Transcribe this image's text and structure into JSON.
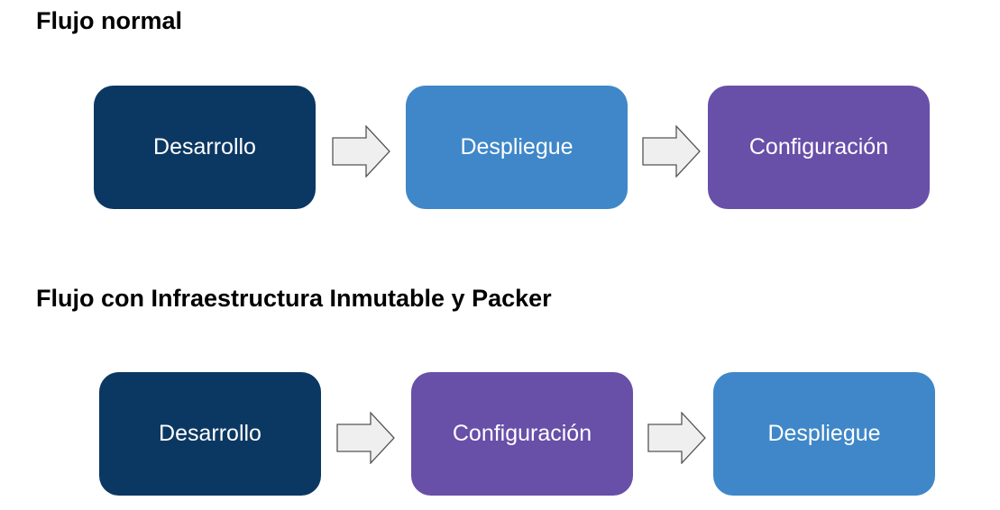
{
  "colors": {
    "desarrollo": "#0b3862",
    "despliegue": "#3f87c8",
    "configuracion": "#684fa8",
    "arrow_fill": "#efefef",
    "arrow_stroke": "#555555"
  },
  "flow_normal": {
    "title": "Flujo normal",
    "steps": [
      {
        "label": "Desarrollo",
        "color_key": "desarrollo"
      },
      {
        "label": "Despliegue",
        "color_key": "despliegue"
      },
      {
        "label": "Configuración",
        "color_key": "configuracion"
      }
    ]
  },
  "flow_immutable": {
    "title": "Flujo con Infraestructura Inmutable y Packer",
    "steps": [
      {
        "label": "Desarrollo",
        "color_key": "desarrollo"
      },
      {
        "label": "Configuración",
        "color_key": "configuracion"
      },
      {
        "label": "Despliegue",
        "color_key": "despliegue"
      }
    ]
  }
}
